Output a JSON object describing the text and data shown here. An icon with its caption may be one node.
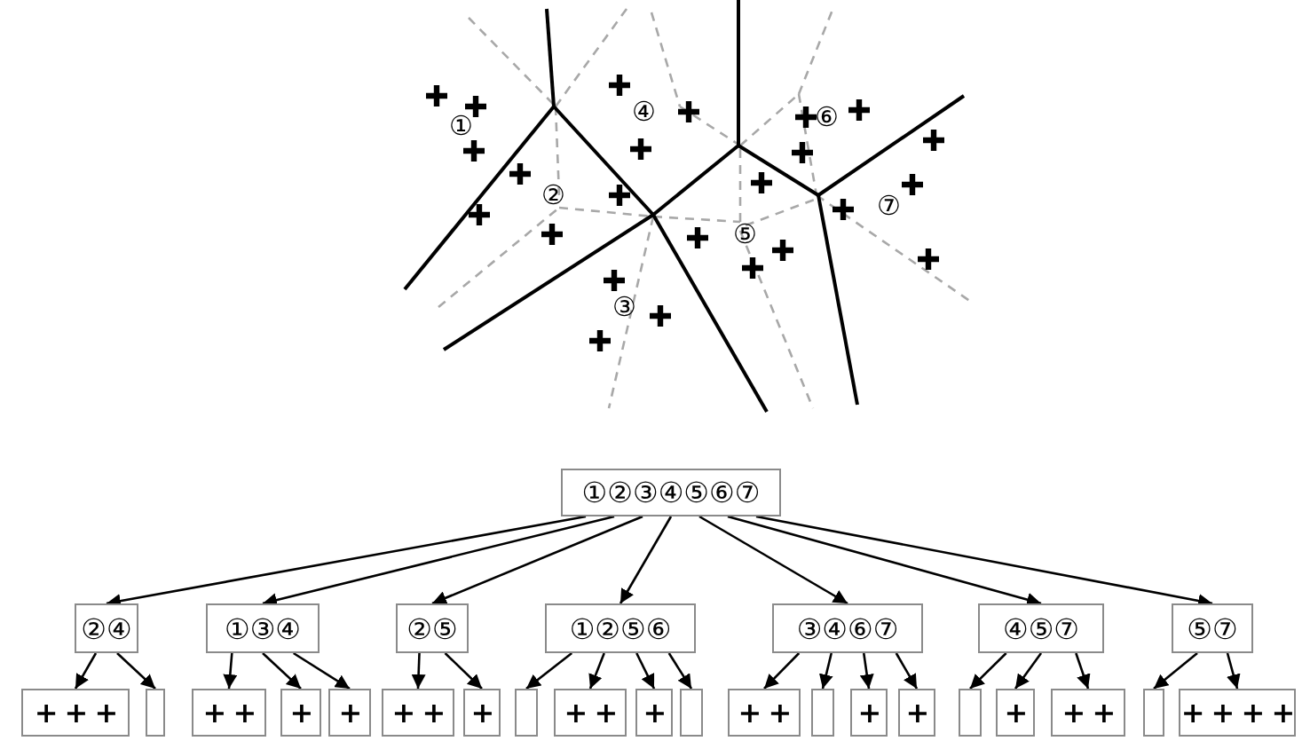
{
  "diagram": {
    "nodes": [
      {
        "text": [
          "①②③④⑤⑥⑦"
        ]
      },
      {
        "text": [
          "②④"
        ]
      },
      {
        "text": [
          "①③④"
        ]
      },
      {
        "text": [
          "②⑤"
        ]
      },
      {
        "text": [
          "①②⑤⑥"
        ]
      },
      {
        "text": [
          "③④⑥⑦"
        ]
      },
      {
        "text": [
          "④⑤⑦"
        ]
      },
      {
        "text": [
          "⑤⑦"
        ]
      },
      {
        "text": [
          "+ + +"
        ]
      },
      {
        "text": [],
        "shape": "box"
      },
      {
        "text": [
          "+ +"
        ]
      },
      {
        "text": [
          "+"
        ]
      },
      {
        "text": [
          "+"
        ]
      },
      {
        "text": [
          "+ +"
        ]
      },
      {
        "text": [
          "+"
        ]
      },
      {
        "text": [],
        "shape": "box"
      },
      {
        "text": [
          "+ +"
        ]
      },
      {
        "text": [
          "+"
        ]
      },
      {
        "text": [],
        "shape": "box"
      },
      {
        "text": [
          "+ +"
        ]
      },
      {
        "text": [],
        "shape": "box"
      },
      {
        "text": [
          "+"
        ]
      },
      {
        "text": [
          "+"
        ]
      },
      {
        "text": [],
        "shape": "box"
      },
      {
        "text": [
          "+"
        ]
      },
      {
        "text": [
          "+ +"
        ]
      },
      {
        "text": [],
        "shape": "box"
      },
      {
        "text": [
          "+ + + +"
        ]
      }
    ],
    "edges": [
      {
        "from": 0,
        "to": 1,
        "arrow": "to"
      },
      {
        "from": 0,
        "to": 2,
        "arrow": "to"
      },
      {
        "from": 0,
        "to": 3,
        "arrow": "to"
      },
      {
        "from": 0,
        "to": 4,
        "arrow": "to"
      },
      {
        "from": 0,
        "to": 5,
        "arrow": "to"
      },
      {
        "from": 0,
        "to": 6,
        "arrow": "to"
      },
      {
        "from": 0,
        "to": 7,
        "arrow": "to"
      },
      {
        "from": 1,
        "to": 8,
        "arrow": "to"
      },
      {
        "from": 1,
        "to": 9,
        "arrow": "to"
      },
      {
        "from": 2,
        "to": 10,
        "arrow": "to"
      },
      {
        "from": 2,
        "to": 11,
        "arrow": "to"
      },
      {
        "from": 2,
        "to": 12,
        "arrow": "to"
      },
      {
        "from": 3,
        "to": 13,
        "arrow": "to"
      },
      {
        "from": 3,
        "to": 14,
        "arrow": "to"
      },
      {
        "from": 4,
        "to": 15,
        "arrow": "to"
      },
      {
        "from": 4,
        "to": 16,
        "arrow": "to"
      },
      {
        "from": 4,
        "to": 17,
        "arrow": "to"
      },
      {
        "from": 4,
        "to": 18,
        "arrow": "to"
      },
      {
        "from": 5,
        "to": 19,
        "arrow": "to"
      },
      {
        "from": 5,
        "to": 20,
        "arrow": "to"
      },
      {
        "from": 5,
        "to": 21,
        "arrow": "to"
      },
      {
        "from": 5,
        "to": 22,
        "arrow": "to"
      },
      {
        "from": 6,
        "to": 23,
        "arrow": "to"
      },
      {
        "from": 6,
        "to": 24,
        "arrow": "to"
      },
      {
        "from": 6,
        "to": 25,
        "arrow": "to"
      },
      {
        "from": 7,
        "to": 26,
        "arrow": "to"
      },
      {
        "from": 7,
        "to": 27,
        "arrow": "to"
      }
    ],
    "labels": [
      "④",
      "⑥",
      "①",
      "②",
      "⑦",
      "⑤",
      "③"
    ]
  }
}
